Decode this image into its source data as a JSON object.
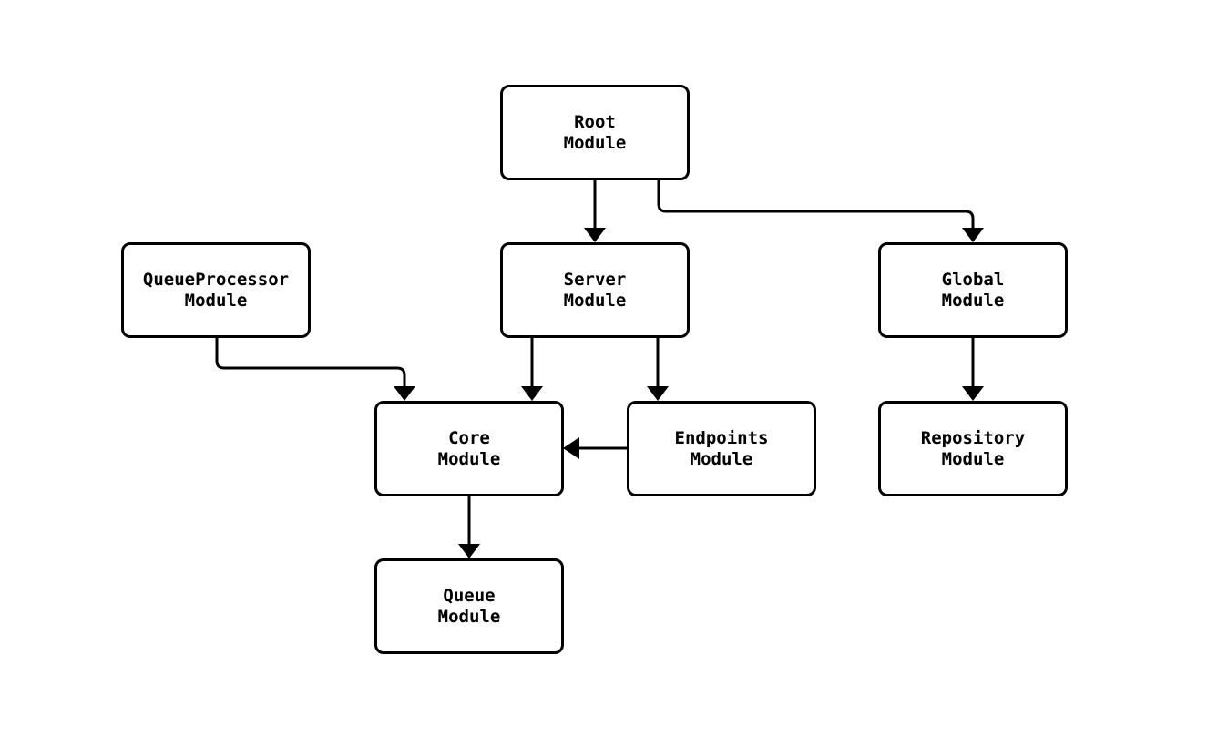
{
  "colors": {
    "background": "#ffffff",
    "stroke": "#000000",
    "node_fill": "#ffffff",
    "text": "#000000"
  },
  "diagram": {
    "type": "module-dependency-flowchart",
    "nodes": [
      {
        "id": "root",
        "label": "Root\nModule"
      },
      {
        "id": "server",
        "label": "Server\nModule"
      },
      {
        "id": "queueprocessor",
        "label": "QueueProcessor\nModule"
      },
      {
        "id": "global",
        "label": "Global\nModule"
      },
      {
        "id": "core",
        "label": "Core\nModule"
      },
      {
        "id": "endpoints",
        "label": "Endpoints\nModule"
      },
      {
        "id": "repository",
        "label": "Repository\nModule"
      },
      {
        "id": "queue",
        "label": "Queue\nModule"
      }
    ],
    "edges": [
      {
        "from": "root",
        "to": "server"
      },
      {
        "from": "root",
        "to": "global"
      },
      {
        "from": "queueprocessor",
        "to": "core"
      },
      {
        "from": "server",
        "to": "core"
      },
      {
        "from": "server",
        "to": "endpoints"
      },
      {
        "from": "endpoints",
        "to": "core"
      },
      {
        "from": "global",
        "to": "repository"
      },
      {
        "from": "core",
        "to": "queue"
      }
    ]
  }
}
